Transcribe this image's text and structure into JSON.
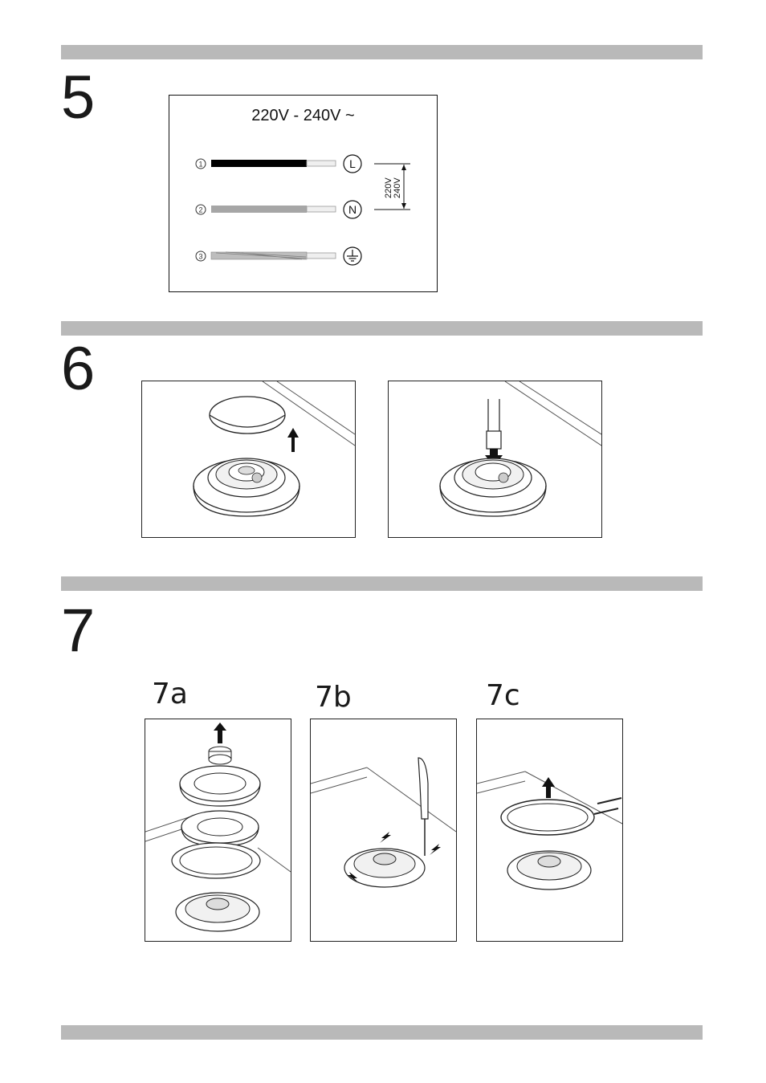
{
  "section5": {
    "number": "5",
    "voltage_title": "220V - 240V ~",
    "wires": [
      {
        "index": "1",
        "terminal": "L"
      },
      {
        "index": "2",
        "terminal": "N"
      },
      {
        "index": "3",
        "terminal": "earth"
      }
    ],
    "voltage_label_1": "220V",
    "voltage_label_2": "240V"
  },
  "section6": {
    "number": "6"
  },
  "section7": {
    "number": "7",
    "steps": [
      "7a",
      "7b",
      "7c"
    ]
  },
  "colors": {
    "bar": "#b9b9b9",
    "line_wire": "#000000",
    "neutral_wire": "#a6a6a6",
    "earth_wire": "#bdbdbd"
  }
}
